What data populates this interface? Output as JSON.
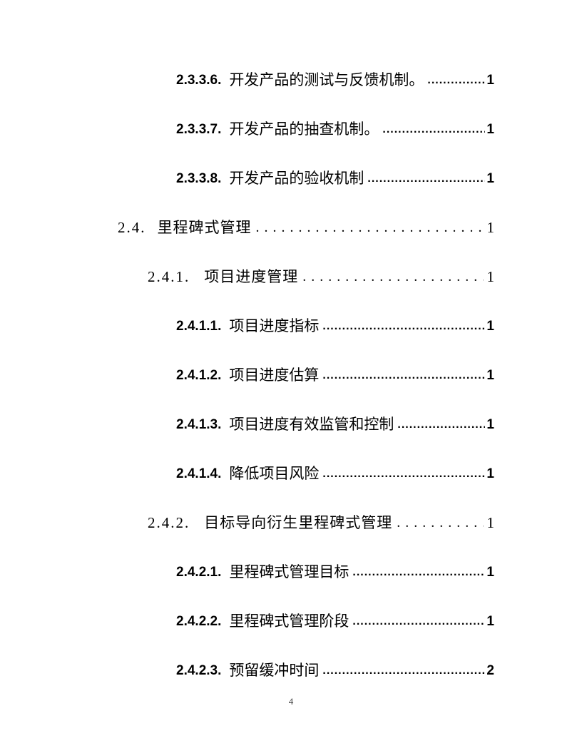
{
  "document": {
    "footer_page_number": "4"
  },
  "toc": {
    "entries": [
      {
        "number": "2.3.3.6.",
        "title": "开发产品的测试与反馈机制。",
        "page": "1"
      },
      {
        "number": "2.3.3.7.",
        "title": "开发产品的抽查机制。",
        "page": "1"
      },
      {
        "number": "2.3.3.8.",
        "title": "开发产品的验收机制",
        "page": "1"
      },
      {
        "number": "2.4.",
        "title": "里程碑式管理",
        "page": "1"
      },
      {
        "number": "2.4.1.",
        "title": "项目进度管理",
        "page": "1"
      },
      {
        "number": "2.4.1.1.",
        "title": "项目进度指标",
        "page": "1"
      },
      {
        "number": "2.4.1.2.",
        "title": "项目进度估算",
        "page": "1"
      },
      {
        "number": "2.4.1.3.",
        "title": "项目进度有效监管和控制",
        "page": "1"
      },
      {
        "number": "2.4.1.4.",
        "title": "降低项目风险",
        "page": "1"
      },
      {
        "number": "2.4.2.",
        "title": "目标导向衍生里程碑式管理",
        "page": "1"
      },
      {
        "number": "2.4.2.1.",
        "title": "里程碑式管理目标",
        "page": "1"
      },
      {
        "number": "2.4.2.2.",
        "title": "里程碑式管理阶段",
        "page": "1"
      },
      {
        "number": "2.4.2.3.",
        "title": "预留缓冲时间",
        "page": "2"
      }
    ]
  }
}
